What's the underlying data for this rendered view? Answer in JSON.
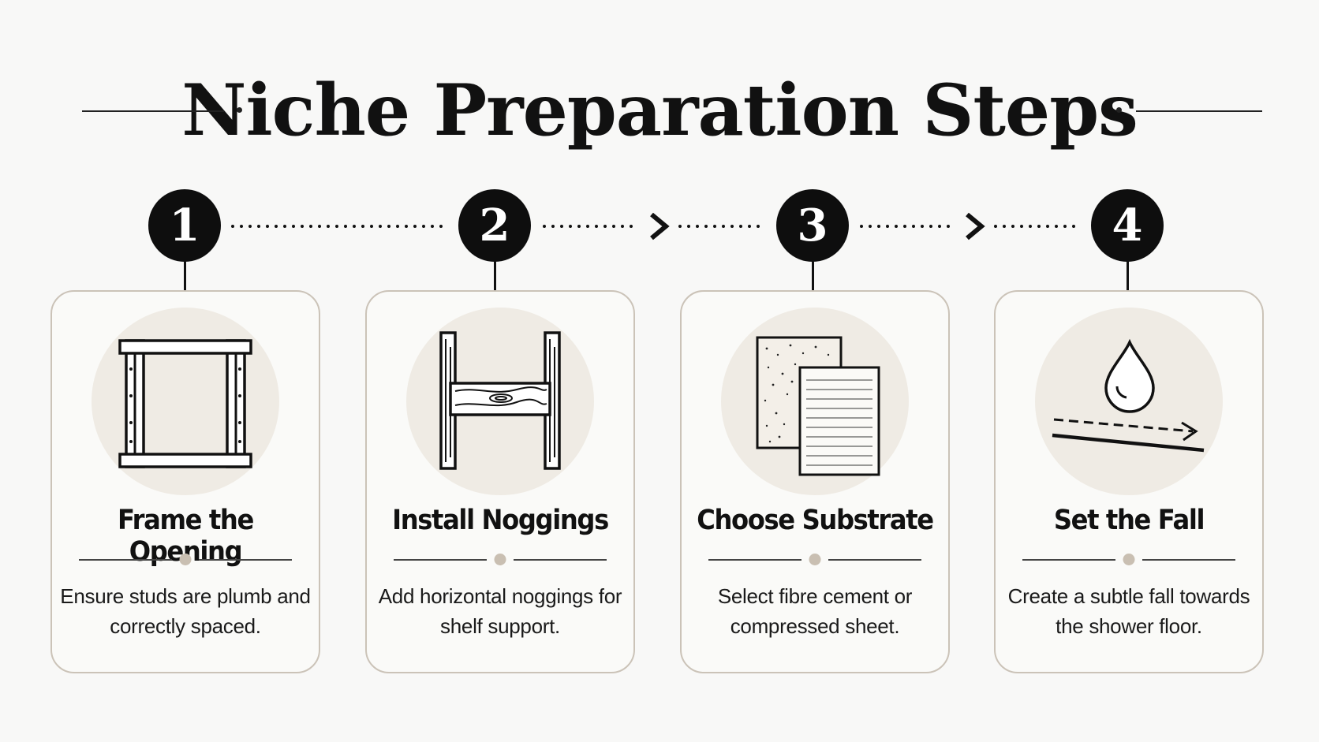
{
  "title": "Niche Preparation Steps",
  "steps": [
    {
      "number": "1",
      "title": "Frame the Opening",
      "description": "Ensure studs are plumb and correctly spaced.",
      "icon": "frame-icon"
    },
    {
      "number": "2",
      "title": "Install Noggings",
      "description": "Add horizontal noggings for shelf support.",
      "icon": "nogging-icon"
    },
    {
      "number": "3",
      "title": "Choose Substrate",
      "description": "Select fibre cement or compressed sheet.",
      "icon": "substrate-sheets-icon"
    },
    {
      "number": "4",
      "title": "Set the Fall",
      "description": "Create a subtle fall towards the shower floor.",
      "icon": "water-drop-fall-icon"
    }
  ],
  "colors": {
    "circle": "#0e0e0e",
    "card_border": "#cbc3b8",
    "icon_background": "#efebe4",
    "separator_dot": "#c9bfb2"
  }
}
